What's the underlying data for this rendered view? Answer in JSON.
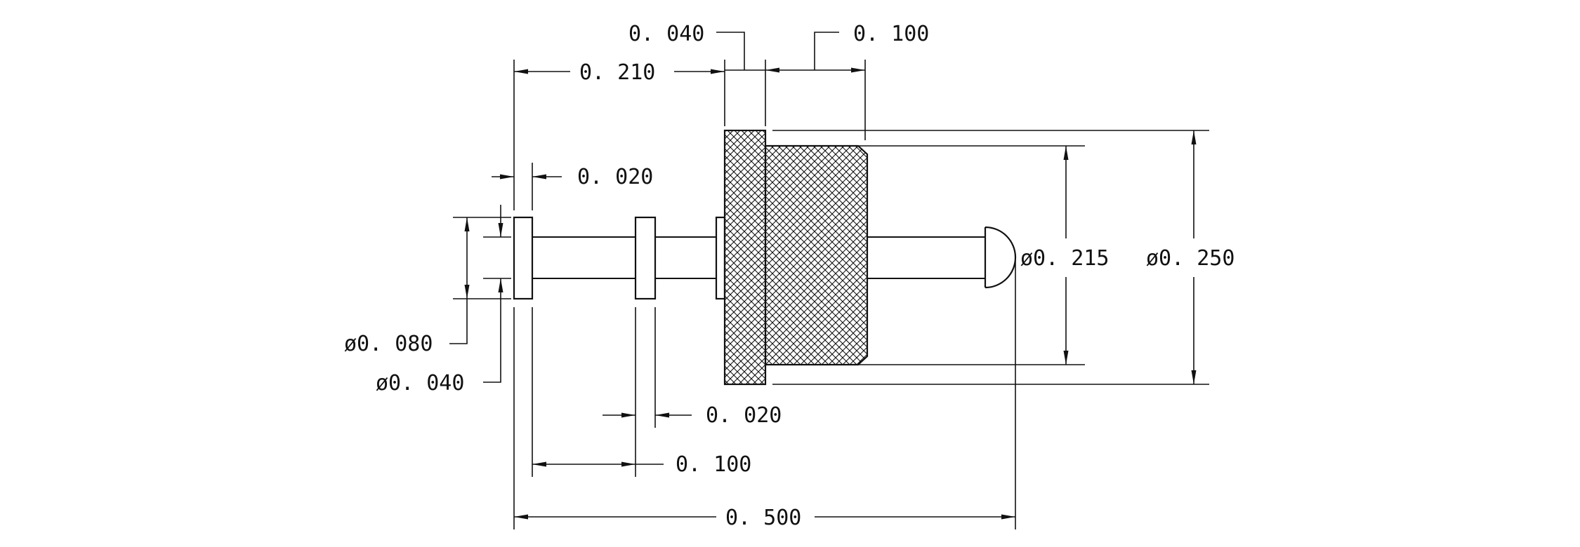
{
  "drawing": {
    "dimensions": {
      "top_0_040": "0. 040",
      "top_0_100": "0. 100",
      "top_0_210": "0. 210",
      "left_0_020": "0. 020",
      "dia_0_080": "ø0. 080",
      "dia_0_040": "ø0. 040",
      "mid_0_020": "0. 020",
      "mid_0_100": "0. 100",
      "overall_0_500": "0. 500",
      "dia_0_215": "ø0. 215",
      "dia_0_250": "ø0. 250"
    },
    "colors": {
      "line": "#111111",
      "background": "#ffffff"
    }
  }
}
